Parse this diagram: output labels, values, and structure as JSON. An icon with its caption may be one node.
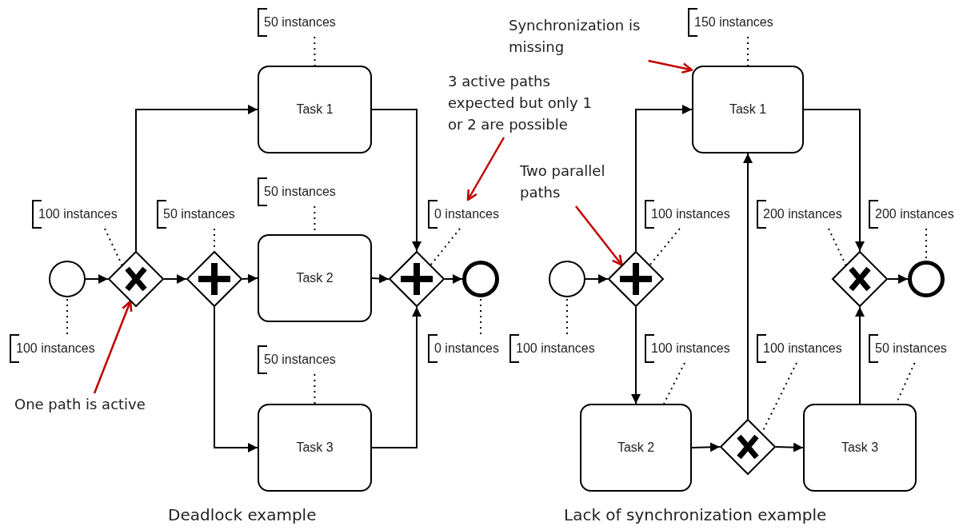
{
  "diagram": {
    "nodes": [
      {
        "text": [],
        "shape": "circle"
      },
      {
        "text": [],
        "shape": "diamond"
      },
      {
        "text": [],
        "shape": "diamond"
      },
      {
        "text": [
          "Task 1"
        ]
      },
      {
        "text": [
          "Task 2"
        ]
      },
      {
        "text": [
          "Task 3"
        ]
      },
      {
        "text": [],
        "shape": "diamond"
      },
      {
        "text": [],
        "shape": "circle"
      },
      {
        "text": [
          "100 instances"
        ]
      },
      {
        "text": [
          "100 instances"
        ]
      },
      {
        "text": [
          "50 instances"
        ]
      },
      {
        "text": [
          "50 instances"
        ]
      },
      {
        "text": [
          "50 instances"
        ]
      },
      {
        "text": [
          "50 instances"
        ]
      },
      {
        "text": [
          "0 instances"
        ]
      },
      {
        "text": [
          "0 instances"
        ]
      },
      {
        "text": [
          "One path is active"
        ]
      },
      {
        "text": [
          "3 active paths expected but only 1 or 2 are possible"
        ]
      },
      {
        "text": [],
        "shape": "circle"
      },
      {
        "text": [],
        "shape": "diamond"
      },
      {
        "text": [
          "Task 1"
        ]
      },
      {
        "text": [
          "Task 2"
        ]
      },
      {
        "text": [],
        "shape": "diamond"
      },
      {
        "text": [
          "Task 3"
        ]
      },
      {
        "text": [],
        "shape": "diamond"
      },
      {
        "text": [],
        "shape": "circle"
      },
      {
        "text": [
          "150 instances"
        ]
      },
      {
        "text": [
          "100 instances"
        ]
      },
      {
        "text": [
          "200 instances"
        ]
      },
      {
        "text": [
          "200 instances"
        ]
      },
      {
        "text": [
          "100 instances"
        ]
      },
      {
        "text": [
          "100 instances"
        ]
      },
      {
        "text": [
          "100 instances"
        ]
      },
      {
        "text": [
          "50 instances"
        ]
      },
      {
        "text": [
          "Synchronization is missing"
        ]
      },
      {
        "text": [
          "Two parallel paths"
        ]
      }
    ],
    "edges": [
      {
        "from": 0,
        "to": 1,
        "arrow": "to"
      },
      {
        "from": 1,
        "to": 3,
        "arrow": "to"
      },
      {
        "from": 1,
        "to": 2,
        "arrow": "to"
      },
      {
        "from": 2,
        "to": 4,
        "arrow": "to"
      },
      {
        "from": 2,
        "to": 5,
        "arrow": "to"
      },
      {
        "from": 3,
        "to": 6,
        "arrow": "to"
      },
      {
        "from": 4,
        "to": 6,
        "arrow": "to"
      },
      {
        "from": 5,
        "to": 6,
        "arrow": "to"
      },
      {
        "from": 6,
        "to": 7,
        "arrow": "to"
      },
      {
        "from": 18,
        "to": 19,
        "arrow": "to"
      },
      {
        "from": 19,
        "to": 20,
        "arrow": "to"
      },
      {
        "from": 19,
        "to": 21,
        "arrow": "to"
      },
      {
        "from": 21,
        "to": 22,
        "arrow": "to"
      },
      {
        "from": 22,
        "to": 23,
        "arrow": "to"
      },
      {
        "from": 22,
        "to": 20,
        "arrow": "to"
      },
      {
        "from": 20,
        "to": 24,
        "arrow": "to"
      },
      {
        "from": 23,
        "to": 24,
        "arrow": "to"
      },
      {
        "from": 24,
        "to": 25,
        "arrow": "to"
      },
      {
        "from": 8,
        "to": 1,
        "arrow": "none",
        "style": "dashed"
      },
      {
        "from": 9,
        "to": 0,
        "arrow": "none",
        "style": "dashed"
      },
      {
        "from": 10,
        "to": 2,
        "arrow": "none",
        "style": "dashed"
      },
      {
        "from": 11,
        "to": 3,
        "arrow": "none",
        "style": "dashed"
      },
      {
        "from": 12,
        "to": 4,
        "arrow": "none",
        "style": "dashed"
      },
      {
        "from": 13,
        "to": 5,
        "arrow": "none",
        "style": "dashed"
      },
      {
        "from": 14,
        "to": 6,
        "arrow": "none",
        "style": "dashed"
      },
      {
        "from": 15,
        "to": 7,
        "arrow": "none",
        "style": "dashed"
      },
      {
        "from": 26,
        "to": 20,
        "arrow": "none",
        "style": "dashed"
      },
      {
        "from": 27,
        "to": 19,
        "arrow": "none",
        "style": "dashed"
      },
      {
        "from": 28,
        "to": 24,
        "arrow": "none",
        "style": "dashed"
      },
      {
        "from": 29,
        "to": 25,
        "arrow": "none",
        "style": "dashed"
      },
      {
        "from": 30,
        "to": 18,
        "arrow": "none",
        "style": "dashed"
      },
      {
        "from": 31,
        "to": 21,
        "arrow": "none",
        "style": "dashed"
      },
      {
        "from": 32,
        "to": 22,
        "arrow": "none",
        "style": "dashed"
      },
      {
        "from": 33,
        "to": 23,
        "arrow": "none",
        "style": "dashed"
      },
      {
        "from": 16,
        "to": 1,
        "arrow": "to",
        "color": "#c00000"
      },
      {
        "from": 17,
        "to": 14,
        "arrow": "to",
        "color": "#c00000"
      },
      {
        "from": 34,
        "to": 20,
        "arrow": "to",
        "color": "#c00000"
      },
      {
        "from": 35,
        "to": 19,
        "arrow": "to",
        "color": "#c00000"
      }
    ],
    "labels": [
      "Deadlock example",
      "Lack of synchronization example"
    ]
  }
}
